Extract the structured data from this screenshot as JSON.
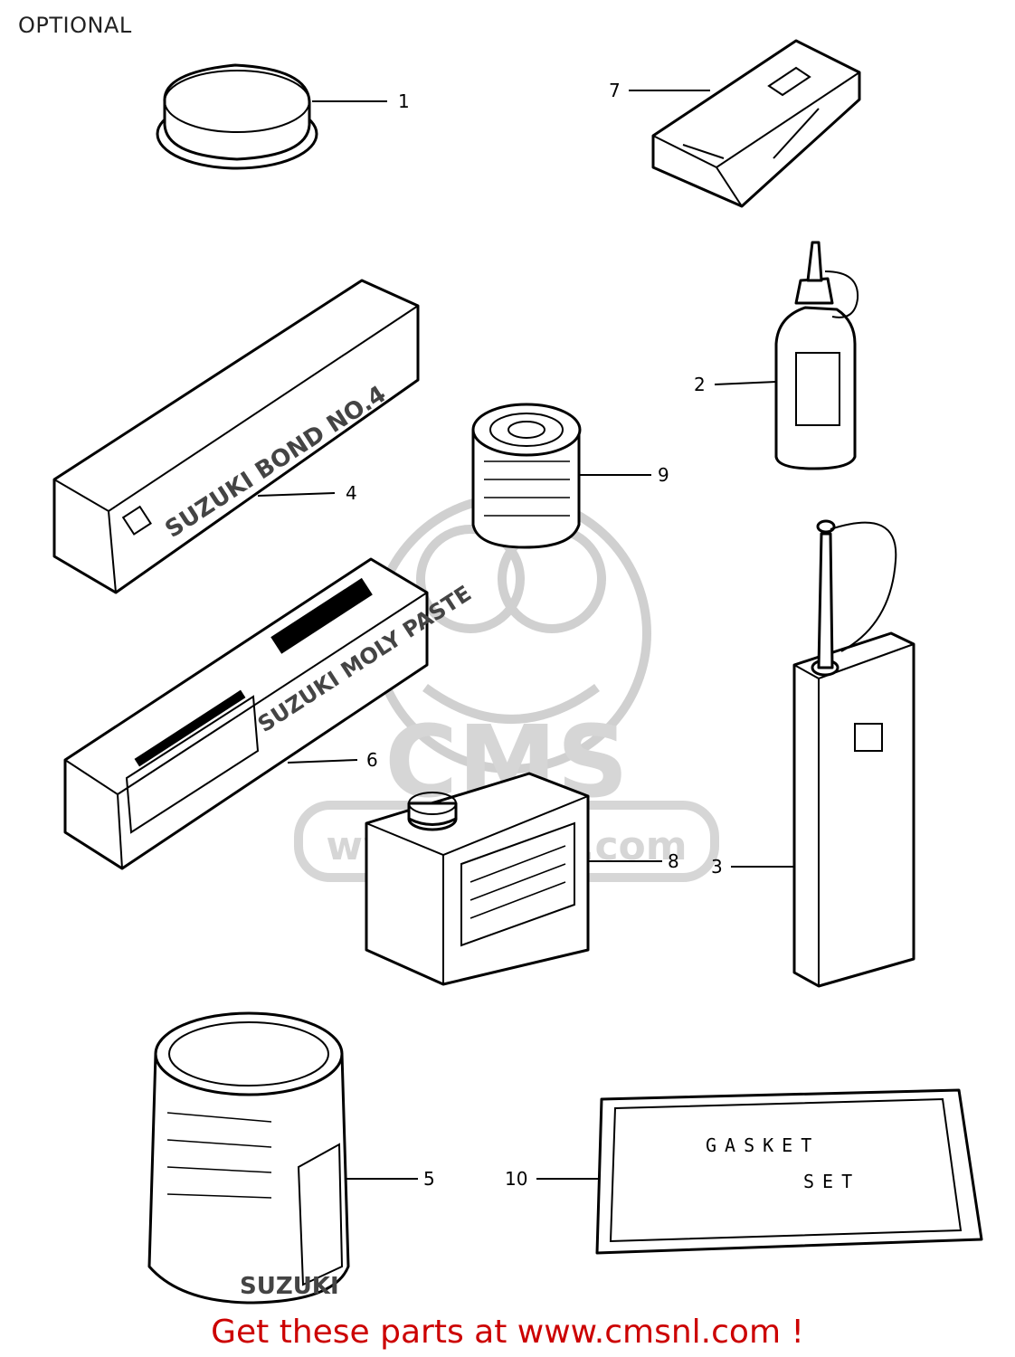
{
  "title": "OPTIONAL",
  "footer": {
    "text": "Get these parts at www.cmsnl.com !",
    "color": "#cc0000"
  },
  "watermark": {
    "logo_text": "CMS",
    "url_text": "www.cmsnl.com"
  },
  "callouts": [
    "1",
    "2",
    "3",
    "4",
    "5",
    "6",
    "7",
    "8",
    "9",
    "10"
  ],
  "packaging_text": {
    "bond": "SUZUKI BOND NO.4",
    "moly": "SUZUKI MOLY PASTE",
    "can_brand": "SUZUKI",
    "gasket_line1": "GASKET",
    "gasket_line2": "SET"
  }
}
